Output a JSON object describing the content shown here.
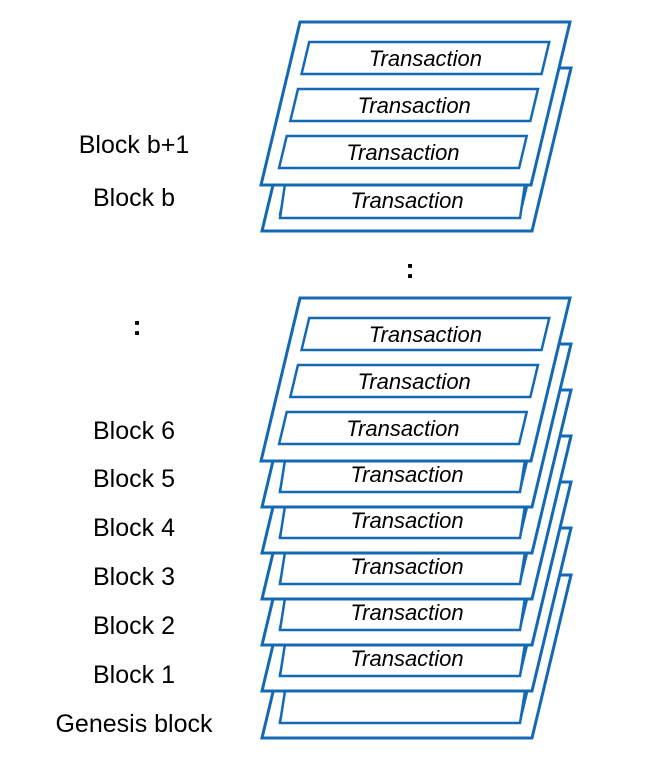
{
  "colors": {
    "stroke": "#1469b4",
    "fill": "#ffffff",
    "text": "#000000"
  },
  "transaction_label": "Transaction",
  "ellipsis": ":",
  "top_stack": {
    "labels": [
      "Block b+1",
      "Block b"
    ]
  },
  "bottom_stack": {
    "labels": [
      "Block 6",
      "Block 5",
      "Block 4",
      "Block 3",
      "Block 2",
      "Block 1",
      "Genesis block"
    ]
  }
}
